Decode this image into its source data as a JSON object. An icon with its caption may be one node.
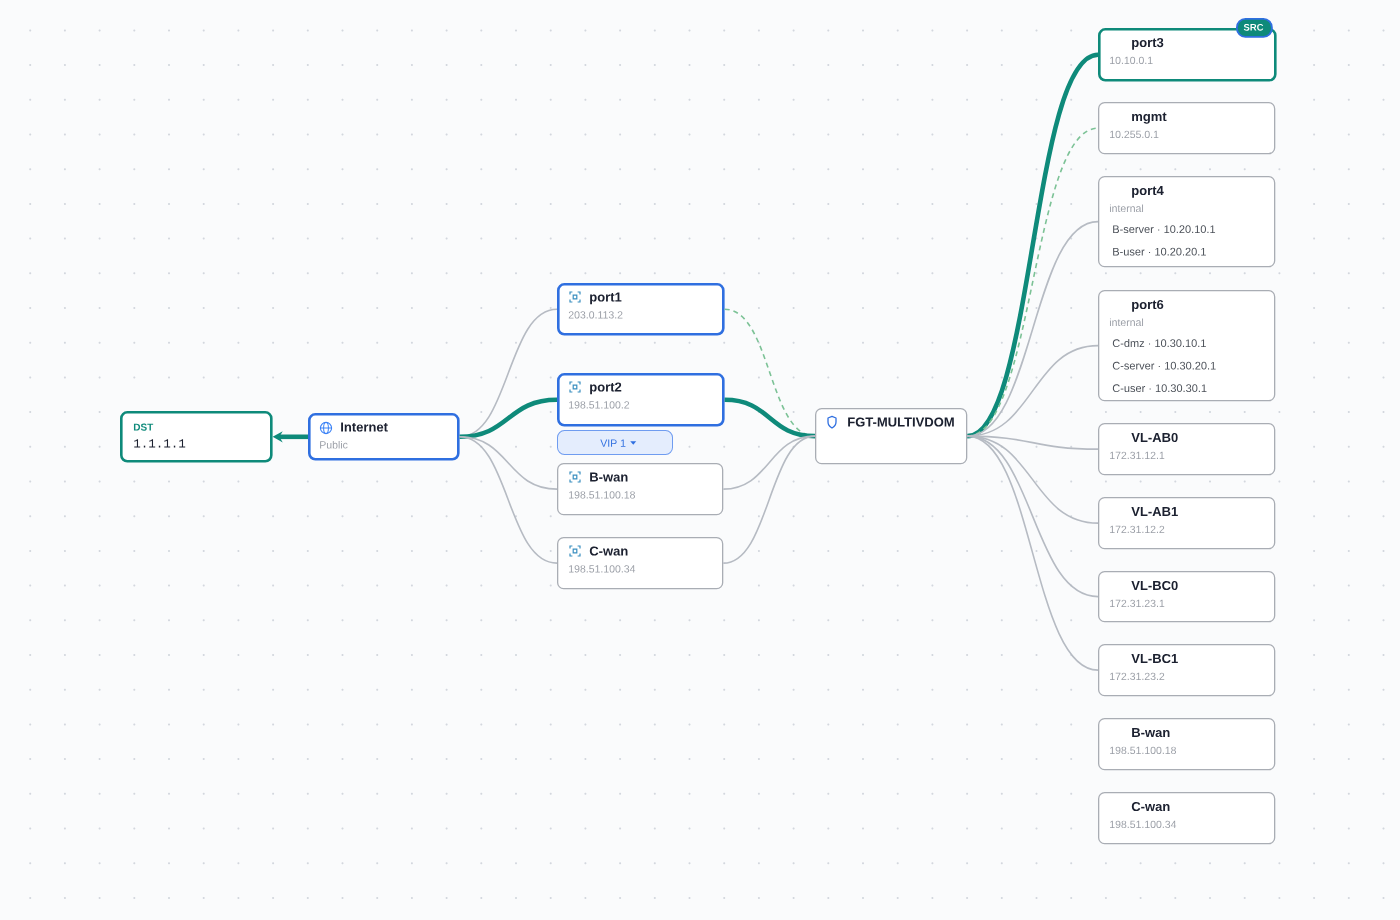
{
  "diagram": {
    "nodes": [
      {
        "text": [
          "DST",
          "1.1.1.1"
        ]
      },
      {
        "text": [
          "Internet",
          "Public"
        ]
      },
      {
        "text": [
          "port1",
          "203.0.113.2"
        ]
      },
      {
        "text": [
          "port2",
          "198.51.100.2"
        ]
      },
      {
        "text": [
          "VIP 1"
        ]
      },
      {
        "text": [
          "B-wan",
          "198.51.100.18"
        ]
      },
      {
        "text": [
          "C-wan",
          "198.51.100.34"
        ]
      },
      {
        "text": [
          "FGT-MULTIVDOM"
        ]
      },
      {
        "text": [
          "port3",
          "10.10.0.1"
        ]
      },
      {
        "text": [
          "SRC"
        ]
      },
      {
        "text": [
          "mgmt",
          "10.255.0.1"
        ]
      },
      {
        "text": [
          "port4",
          "internal",
          "B-server · 10.20.10.1",
          "B-user · 10.20.20.1"
        ]
      },
      {
        "text": [
          "port6",
          "internal",
          "C-dmz · 10.30.10.1",
          "C-server · 10.30.20.1",
          "C-user · 10.30.30.1"
        ]
      },
      {
        "text": [
          "VL-AB0",
          "172.31.12.1"
        ]
      },
      {
        "text": [
          "VL-AB1",
          "172.31.12.2"
        ]
      },
      {
        "text": [
          "VL-BC0",
          "172.31.23.1"
        ]
      },
      {
        "text": [
          "VL-BC1",
          "172.31.23.2"
        ]
      },
      {
        "text": [
          "B-wan",
          "198.51.100.18"
        ]
      },
      {
        "text": [
          "C-wan",
          "198.51.100.34"
        ]
      }
    ],
    "edges": [
      {
        "from": 1,
        "to": 0,
        "arrow": "to",
        "style": "thick",
        "color": "#0e8a7a"
      },
      {
        "from": 1,
        "to": 2,
        "arrow": "none"
      },
      {
        "from": 1,
        "to": 3,
        "arrow": "none",
        "style": "thick",
        "color": "#0e8a7a"
      },
      {
        "from": 1,
        "to": 5,
        "arrow": "none"
      },
      {
        "from": 1,
        "to": 6,
        "arrow": "none"
      },
      {
        "from": 2,
        "to": 7,
        "arrow": "none",
        "style": "dashed",
        "color": "#7cc296"
      },
      {
        "from": 3,
        "to": 7,
        "arrow": "none",
        "style": "thick",
        "color": "#0e8a7a"
      },
      {
        "from": 5,
        "to": 7,
        "arrow": "none"
      },
      {
        "from": 6,
        "to": 7,
        "arrow": "none"
      },
      {
        "from": 7,
        "to": 8,
        "arrow": "none",
        "style": "thick",
        "color": "#0e8a7a"
      },
      {
        "from": 7,
        "to": 10,
        "arrow": "none",
        "style": "dashed",
        "color": "#7cc296"
      },
      {
        "from": 7,
        "to": 11,
        "arrow": "none"
      },
      {
        "from": 7,
        "to": 12,
        "arrow": "none"
      },
      {
        "from": 7,
        "to": 13,
        "arrow": "none"
      },
      {
        "from": 7,
        "to": 14,
        "arrow": "none"
      },
      {
        "from": 7,
        "to": 15,
        "arrow": "none"
      },
      {
        "from": 7,
        "to": 16,
        "arrow": "none"
      }
    ]
  }
}
